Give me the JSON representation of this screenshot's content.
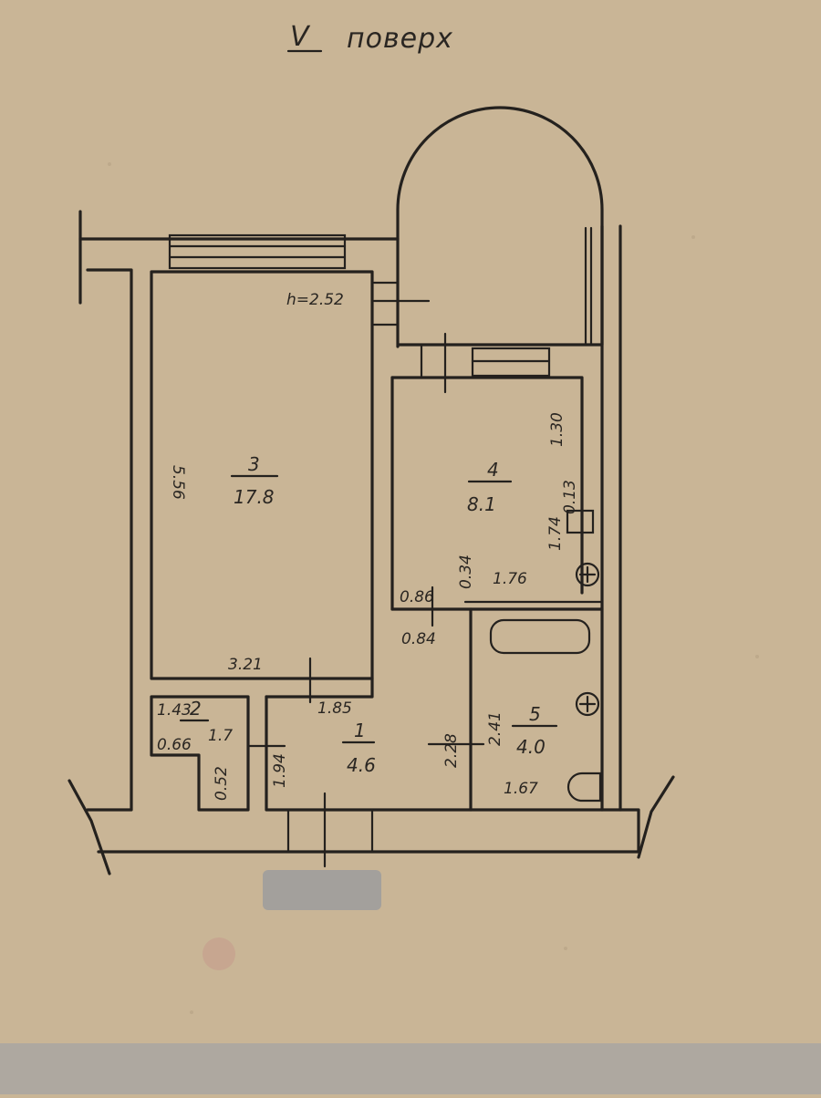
{
  "header": {
    "floor_numeral": "V",
    "floor_word": "поверх"
  },
  "ceiling_height": "h=2.52",
  "rooms": [
    {
      "number": "1",
      "area": "4.6"
    },
    {
      "number": "2",
      "area": "1.7"
    },
    {
      "number": "3",
      "area": "17.8"
    },
    {
      "number": "4",
      "area": "8.1"
    },
    {
      "number": "5",
      "area": "4.0"
    }
  ],
  "dimensions": {
    "room3_length": "5.56",
    "room3_width": "3.21",
    "room4_top": "1.30",
    "room4_right": "1.74",
    "chimney": "0.13",
    "room4_bottom": "1.76",
    "room4_left": "0.34",
    "passage_w": "0.86",
    "passage_d": "0.84",
    "hall_w": "1.85",
    "hall_left": "1.94",
    "hall_right": "2.28",
    "bath_h": "2.41",
    "bath_w": "1.67",
    "closet_w": "1.43",
    "closet_d": "0.66",
    "closet_side": "0.52"
  },
  "colors": {
    "paper": "#c9b596",
    "ink": "#24211e",
    "redaction": "#a3a09c"
  }
}
